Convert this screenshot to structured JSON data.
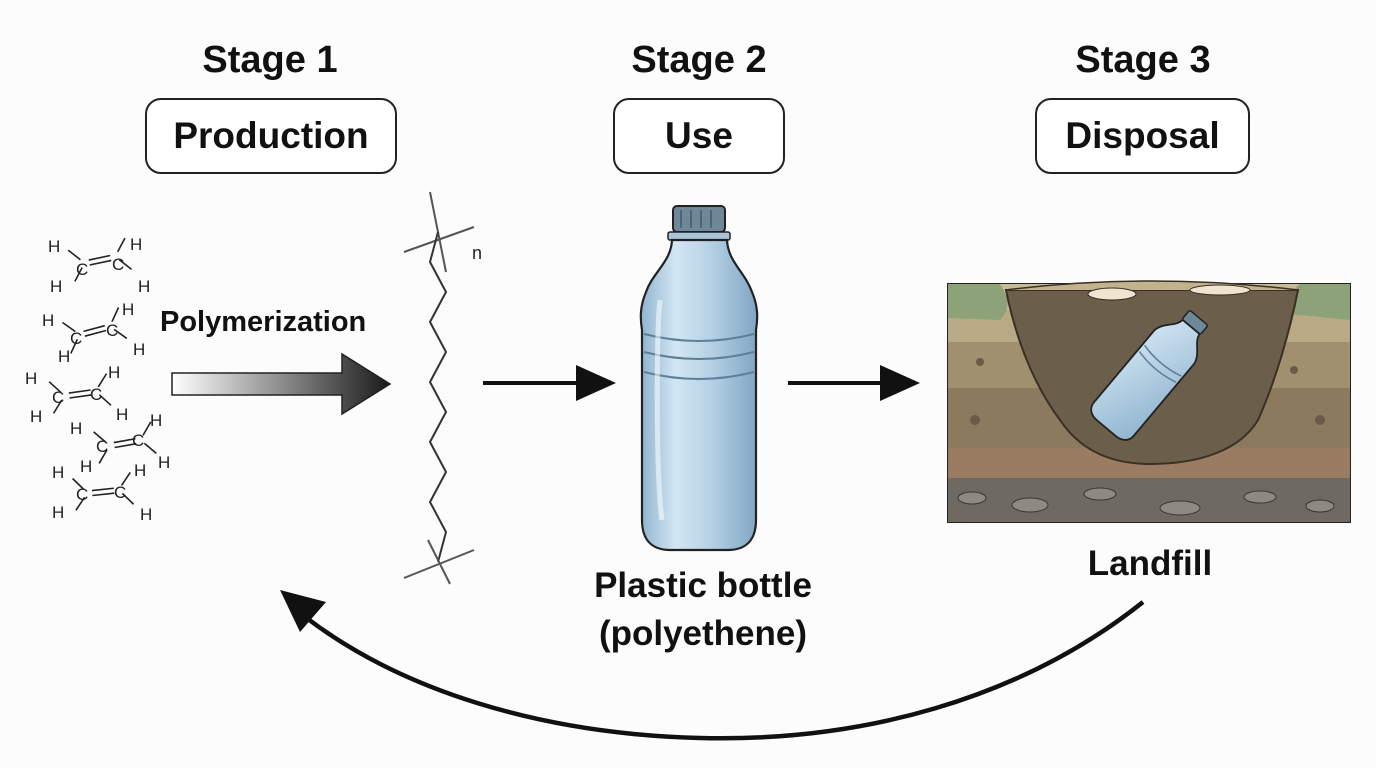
{
  "stages": [
    {
      "heading": "Stage 1",
      "name": "Production"
    },
    {
      "heading": "Stage 2",
      "name": "Use"
    },
    {
      "heading": "Stage 3",
      "name": "Disposal"
    }
  ],
  "labels": {
    "process": "Polymerization",
    "polymer_repeat": "n",
    "product_line1": "Plastic bottle",
    "product_line2": "(polyethene)",
    "disposal_site": "Landfill"
  },
  "monomer": {
    "atoms": {
      "h": "H",
      "c": "C"
    }
  },
  "colors": {
    "outline": "#222222",
    "bottle_fill": "#b9d3e6",
    "bottle_cap": "#6f8898",
    "soil_dark": "#6b5e4a",
    "soil_mid": "#9a8868",
    "soil_light": "#c9bb98",
    "grass": "#8ea27a"
  }
}
